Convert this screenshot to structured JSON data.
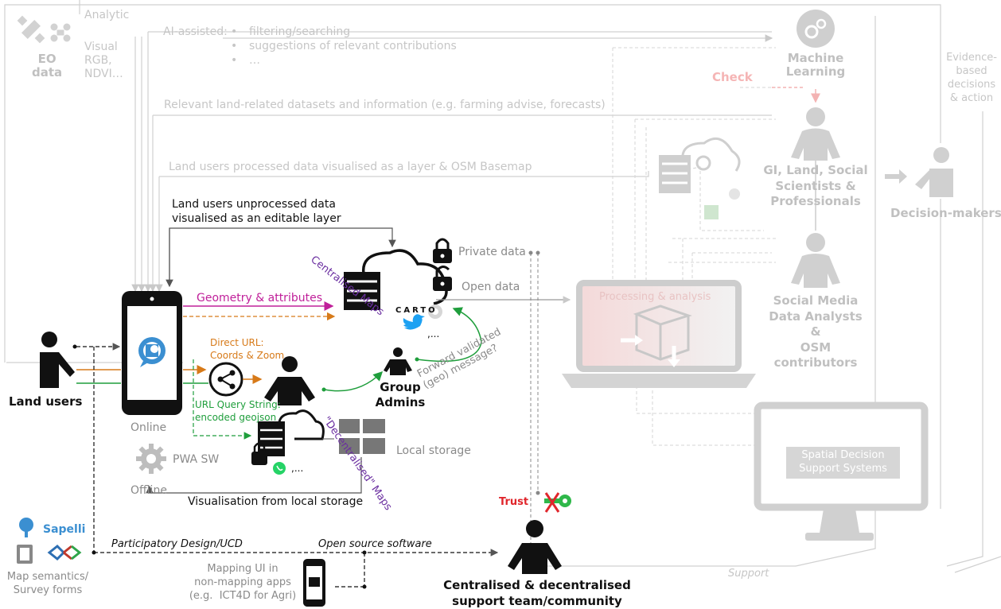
{
  "eo": {
    "label": "EO\ndata",
    "analytic": "Analytic",
    "visual": "Visual\nRGB,\nNDVI…"
  },
  "ai": {
    "label": "AI-assisted:",
    "items": [
      "filtering/searching",
      "suggestions of relevant contributions",
      "…"
    ]
  },
  "datasets_line": "Relevant land-related datasets  and information (e.g. farming advise, forecasts)",
  "processed_line": "Land users processed data visualised  as a layer & OSM Basemap",
  "unprocessed_line": "Land users unprocessed data\nvisualised as an editable layer",
  "ml": {
    "label": "Machine\nLearning",
    "check": "Check"
  },
  "scientists": "GI, Land, Social\nScientists &\nProfessionals",
  "analysts": "Social Media\nData Analysts\n&\nOSM\ncontributors",
  "decision_makers": "Decision-makers",
  "evidence": "Evidence-\nbased\ndecisions\n& action",
  "processing": "Processing & analysis",
  "sdss": "Spatial Decision\nSupport Systems",
  "support": "Support",
  "private_data": "Private data",
  "open_data": "Open data",
  "centralised_maps": "Centralised Maps",
  "decentralised_maps": "\"Decentralised\" Maps",
  "carto": "CARTO",
  "twitter_etc": ",...",
  "whatsapp_etc": ",...",
  "geometry": "Geometry & attributes",
  "direct_url": "Direct URL:\nCoords & Zoom",
  "url_query": "URL Query String:\nencoded geojson",
  "group_admins": "Group\nAdmins",
  "forward": "Forward validated\n(geo) message?",
  "local_storage": "Local storage",
  "vis_local": "Visualisation from local storage",
  "land_users": "Land users",
  "online": "Online",
  "pwa": "PWA SW",
  "offline": "Offline",
  "trust": "Trust",
  "sapelli": "Sapelli",
  "map_semantics": "Map semantics/\nSurvey forms",
  "participatory": "Participatory Design/UCD",
  "open_source": "Open source software",
  "mapping_ui": "Mapping UI in\nnon-mapping apps\n(e.g.  ICT4D for Agri)",
  "support_team": "Centralised & decentralised\nsupport team/community",
  "colors": {
    "faint": "#c6c6c6",
    "pink": "#c0209a",
    "orange": "#d77a19",
    "green": "#1f9e3c",
    "purple": "#6a2ea0",
    "red": "#e0262c",
    "blue": "#1da1f2"
  }
}
